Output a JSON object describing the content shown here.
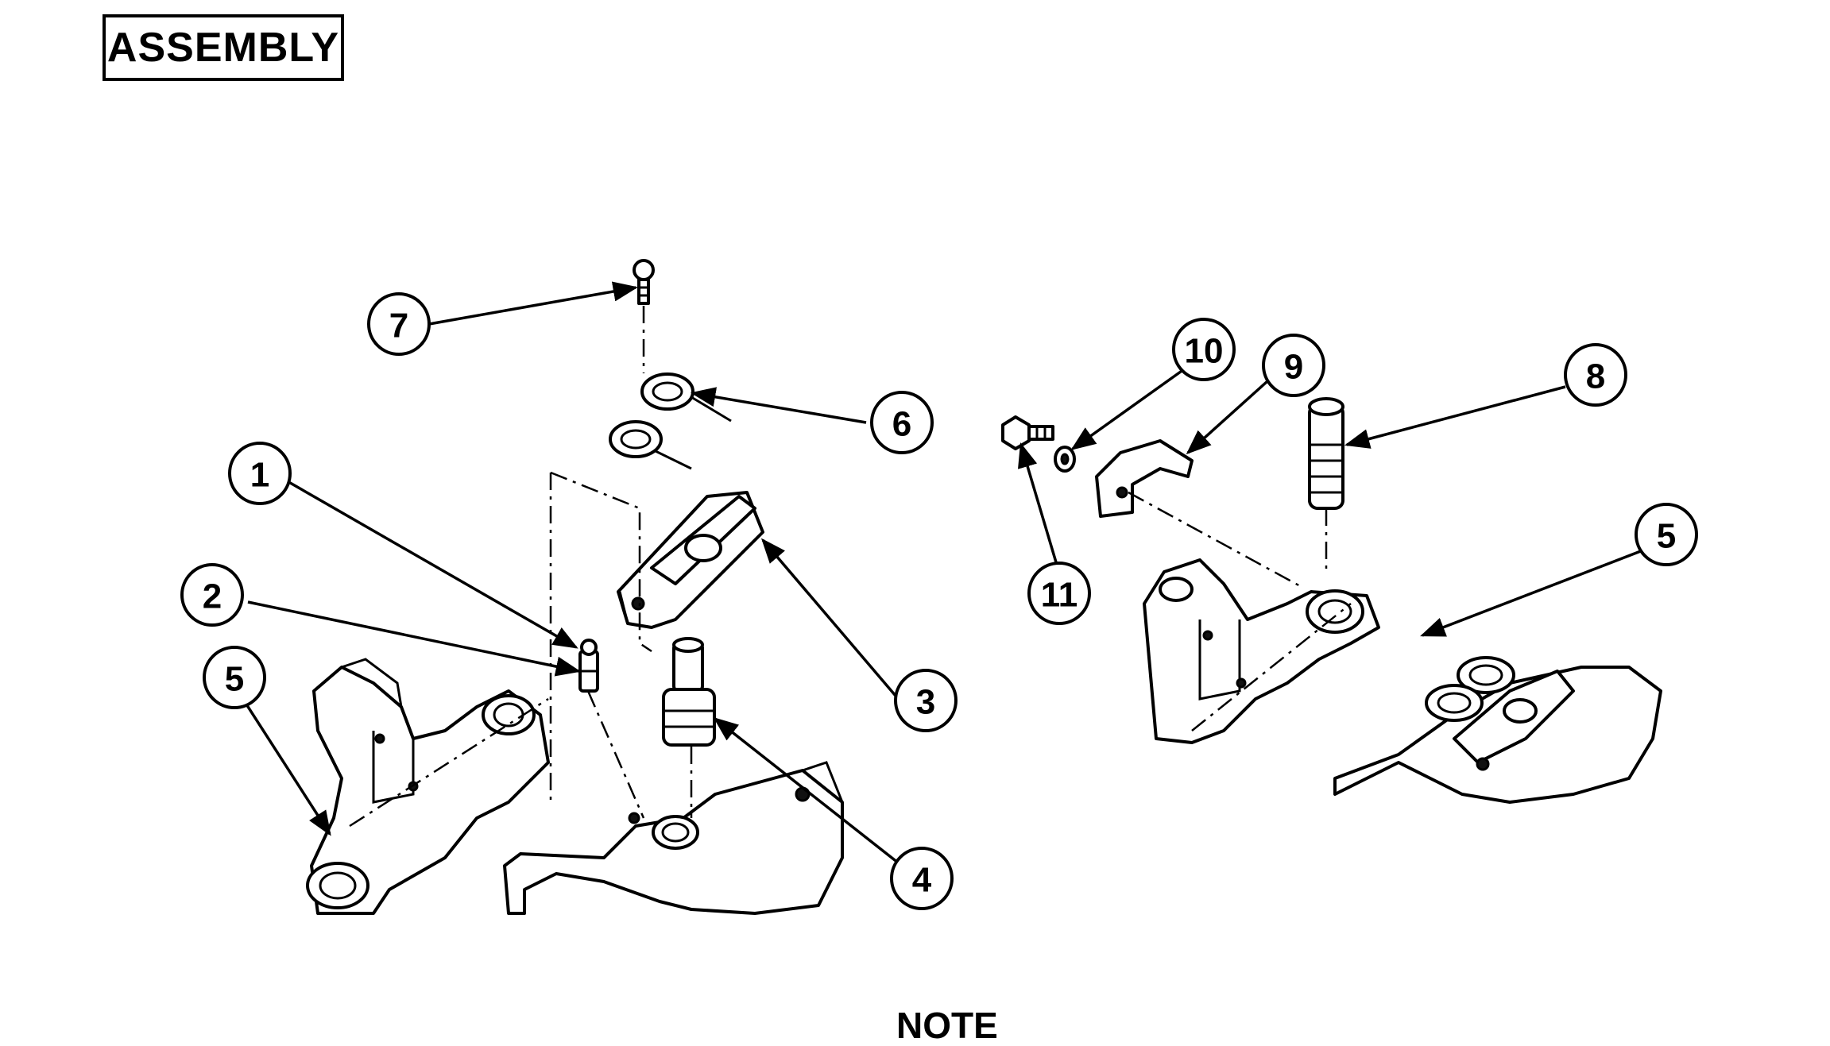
{
  "header": {
    "section_title": "ASSEMBLY"
  },
  "note": {
    "label": "NOTE"
  },
  "callouts": [
    "1",
    "2",
    "3",
    "4",
    "5",
    "6",
    "7",
    "8",
    "9",
    "10",
    "11",
    "5"
  ]
}
